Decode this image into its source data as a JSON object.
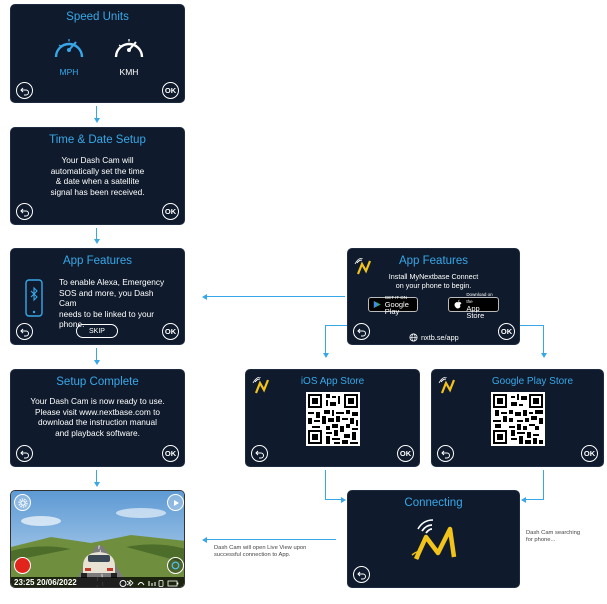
{
  "colors": {
    "screen_bg": "#0f1b2c",
    "title": "#38a7e8",
    "connector": "#38a7e8",
    "logo_yellow": "#f2c31b",
    "record_red": "#e1241c"
  },
  "speed_units": {
    "title": "Speed Units",
    "mph": "MPH",
    "kmh": "KMH",
    "back_icon": "back-arrow-icon",
    "ok": "OK"
  },
  "time_date": {
    "title": "Time & Date Setup",
    "body": [
      "Your Dash Cam will",
      "automatically set the time",
      "& date when a satellite",
      "signal has been received."
    ],
    "ok": "OK"
  },
  "app_features_left": {
    "title": "App Features",
    "body": [
      "To enable Alexa, Emergency",
      "SOS and more, you Dash Cam",
      "needs to be linked to your",
      "phone."
    ],
    "skip": "SKIP",
    "ok": "OK"
  },
  "app_features_right": {
    "title": "App Features",
    "body": [
      "Install MyNextbase Connect",
      "on your phone to begin."
    ],
    "google_small": "GET IT ON",
    "google_big": "Google Play",
    "apple_small": "Download on the",
    "apple_big": "App Store",
    "link": "nxtb.se/app",
    "ok": "OK"
  },
  "setup_complete": {
    "title": "Setup Complete",
    "body": [
      "Your Dash Cam is now ready to use.",
      "Please visit www.nextbase.com to",
      "download the instruction manual",
      "and playback software."
    ],
    "ok": "OK"
  },
  "ios_store": {
    "title": "iOS App Store",
    "ok": "OK"
  },
  "google_store": {
    "title": "Google Play Store",
    "ok": "OK"
  },
  "connecting": {
    "title": "Connecting"
  },
  "live_view": {
    "timestamp": "23:25 20/06/2022"
  },
  "annotations": {
    "searching": [
      "Dash Cam searching",
      "for phone..."
    ],
    "live_view": [
      "Dash Cam will open Live View upon",
      "successful connection to App."
    ]
  }
}
